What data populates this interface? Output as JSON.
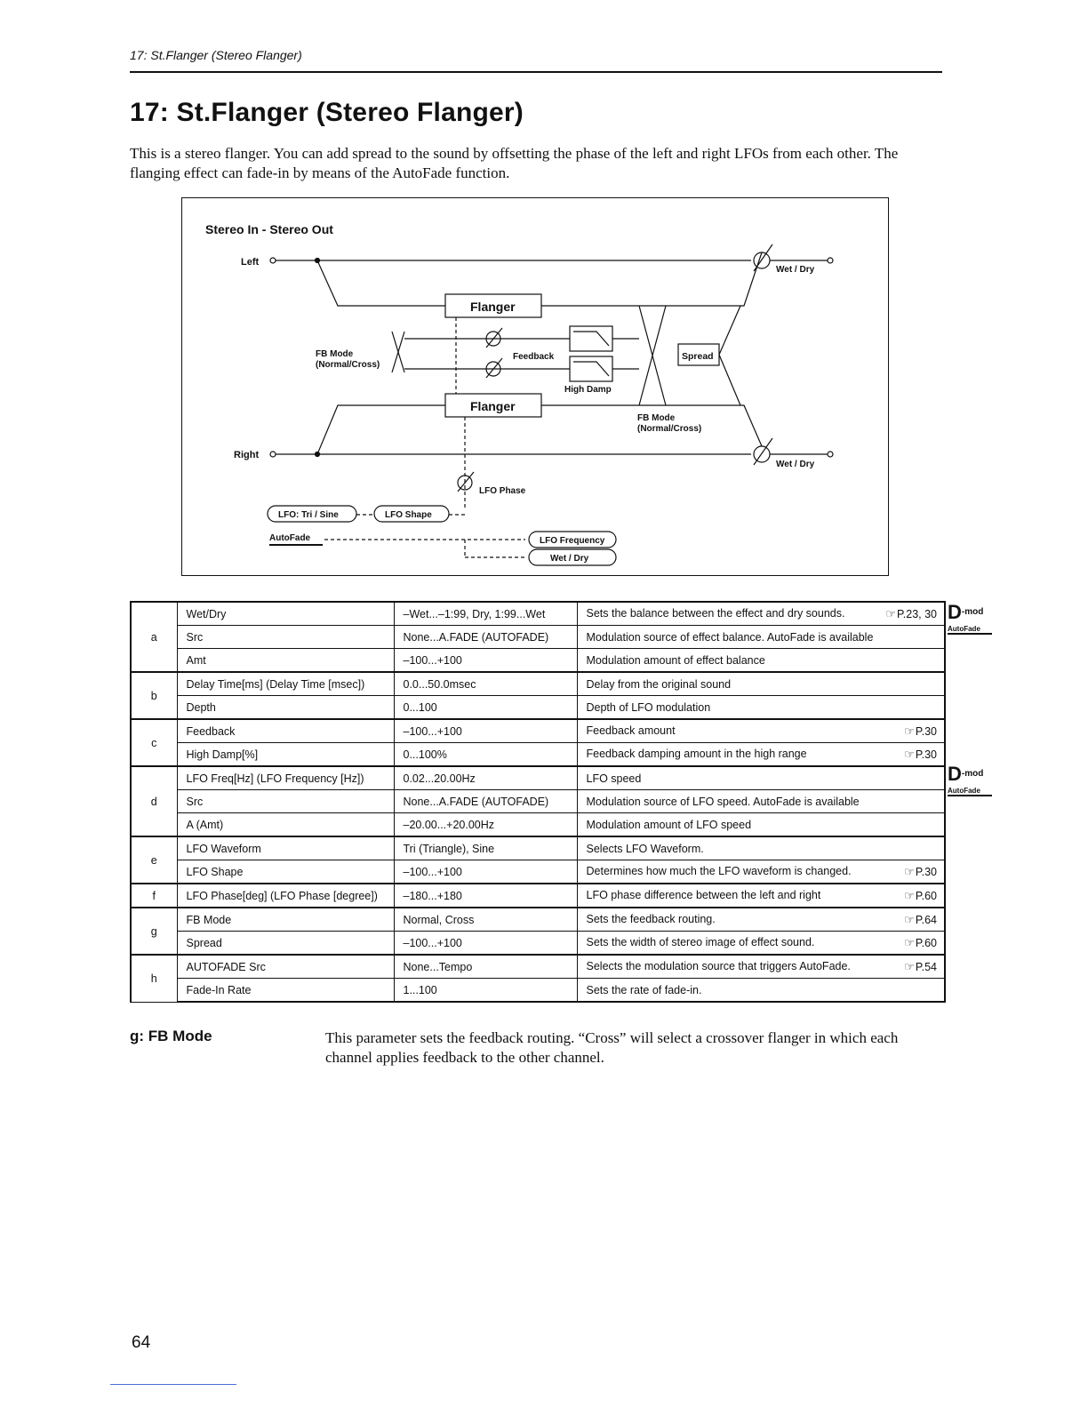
{
  "running_head": "17: St.Flanger (Stereo Flanger)",
  "title": "17: St.Flanger (Stereo Flanger)",
  "intro": "This is a stereo flanger. You can add spread to the sound by offsetting the phase of the left and right LFOs from each other. The flanging effect can fade-in by means of the AutoFade function.",
  "diagram": {
    "heading": "Stereo In - Stereo Out",
    "left": "Left",
    "right": "Right",
    "flanger": "Flanger",
    "feedback": "Feedback",
    "high_damp": "High Damp",
    "fb_mode_1": "FB Mode",
    "fb_mode_2": "(Normal/Cross)",
    "spread": "Spread",
    "wet_dry": "Wet / Dry",
    "lfo_phase": "LFO Phase",
    "lfo_tri_sine": "LFO: Tri / Sine",
    "lfo_shape": "LFO Shape",
    "autofade": "AutoFade",
    "lfo_frequency": "LFO Frequency"
  },
  "table": {
    "groups": [
      "a",
      "b",
      "c",
      "d",
      "e",
      "f",
      "g",
      "h"
    ],
    "rows": [
      {
        "param": "Wet/Dry",
        "range": "–Wet...–1:99, Dry, 1:99...Wet",
        "desc": "Sets the balance between the effect and dry sounds.",
        "ref": "P.23, 30"
      },
      {
        "param": "Src",
        "range": "None...A.FADE (AUTOFADE)",
        "desc": "Modulation source of effect balance. AutoFade is available",
        "ref": ""
      },
      {
        "param": "Amt",
        "range": "–100...+100",
        "desc": "Modulation amount of effect balance",
        "ref": ""
      },
      {
        "param": "Delay Time[ms] (Delay Time [msec])",
        "range": "0.0...50.0msec",
        "desc": "Delay from the original sound",
        "ref": ""
      },
      {
        "param": "Depth",
        "range": "0...100",
        "desc": "Depth of LFO modulation",
        "ref": ""
      },
      {
        "param": "Feedback",
        "range": "–100...+100",
        "desc": "Feedback amount",
        "ref": "P.30"
      },
      {
        "param": "High Damp[%]",
        "range": "0...100%",
        "desc": "Feedback damping amount in the high range",
        "ref": "P.30"
      },
      {
        "param": "LFO Freq[Hz] (LFO Frequency [Hz])",
        "range": "0.02...20.00Hz",
        "desc": "LFO speed",
        "ref": ""
      },
      {
        "param": "Src",
        "range": "None...A.FADE (AUTOFADE)",
        "desc": "Modulation source of LFO speed. AutoFade is available",
        "ref": ""
      },
      {
        "param": "A (Amt)",
        "range": "–20.00...+20.00Hz",
        "desc": "Modulation amount of LFO speed",
        "ref": ""
      },
      {
        "param": "LFO Waveform",
        "range": "Tri (Triangle), Sine",
        "desc": "Selects LFO Waveform.",
        "ref": ""
      },
      {
        "param": "LFO Shape",
        "range": "–100...+100",
        "desc": "Determines how much the LFO waveform is changed.",
        "ref": "P.30"
      },
      {
        "param": "LFO Phase[deg] (LFO Phase [degree])",
        "range": "–180...+180",
        "desc": "LFO phase difference between the left and right",
        "ref": "P.60"
      },
      {
        "param": "FB Mode",
        "range": "Normal, Cross",
        "desc": "Sets the feedback routing.",
        "ref": "P.64"
      },
      {
        "param": "Spread",
        "range": "–100...+100",
        "desc": "Sets the width of stereo image of effect sound.",
        "ref": "P.60"
      },
      {
        "param": "AUTOFADE Src",
        "range": "None...Tempo",
        "desc": "Selects the modulation source that triggers AutoFade.",
        "ref": "P.54"
      },
      {
        "param": "Fade-In Rate",
        "range": "1...100",
        "desc": "Sets the rate of fade-in.",
        "ref": ""
      }
    ]
  },
  "badges": {
    "dmod": "D",
    "dmod_sup": "-mod",
    "autofade": "AutoFade"
  },
  "section": {
    "label": "g: FB Mode",
    "body": "This parameter sets the feedback routing. “Cross” will select a crossover flanger in which each channel applies feedback to the other channel."
  },
  "page_number": "64"
}
